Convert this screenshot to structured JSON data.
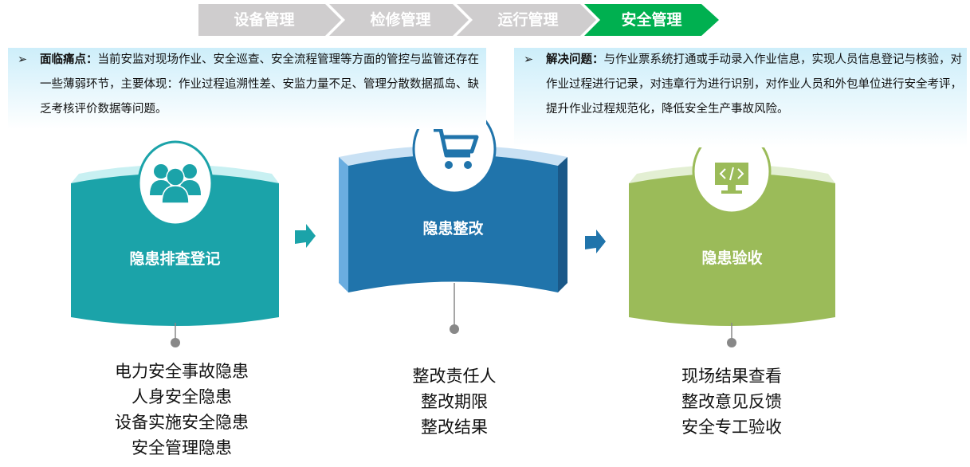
{
  "tabs": [
    {
      "label": "设备管理",
      "active": false
    },
    {
      "label": "检修管理",
      "active": false
    },
    {
      "label": "运行管理",
      "active": false
    },
    {
      "label": "安全管理",
      "active": true
    }
  ],
  "colors": {
    "tab_inactive": "#cfcdce",
    "tab_active": "#00b050",
    "card1": "#1ba3a9",
    "card2": "#2074ab",
    "card3": "#9bbb59"
  },
  "pain": {
    "title": "面临痛点：",
    "text": "当前安监对现场作业、安全巡查、安全流程管理等方面的管控与监管还存在一些薄弱环节，主要体现：作业过程追溯性差、安监力量不足、管理分散数据孤岛、缺乏考核评价数据等问题。"
  },
  "solution": {
    "title": "解决问题：",
    "text": "与作业票系统打通或手动录入作业信息，实现人员信息登记与核验，对作业过程进行记录，对违章行为进行识别，对作业人员和外包单位进行安全考评，提升作业过程规范化，降低安全生产事故风险。"
  },
  "cards": [
    {
      "title": "隐患排查登记",
      "icon": "users-icon",
      "items": [
        "电力安全事故隐患",
        "人身安全隐患",
        "设备实施安全隐患",
        "安全管理隐患"
      ]
    },
    {
      "title": "隐患整改",
      "icon": "cart-icon",
      "items": [
        "整改责任人",
        "整改期限",
        "整改结果"
      ]
    },
    {
      "title": "隐患验收",
      "icon": "code-monitor-icon",
      "items": [
        "现场结果查看",
        "整改意见反馈",
        "安全专工验收"
      ]
    }
  ]
}
